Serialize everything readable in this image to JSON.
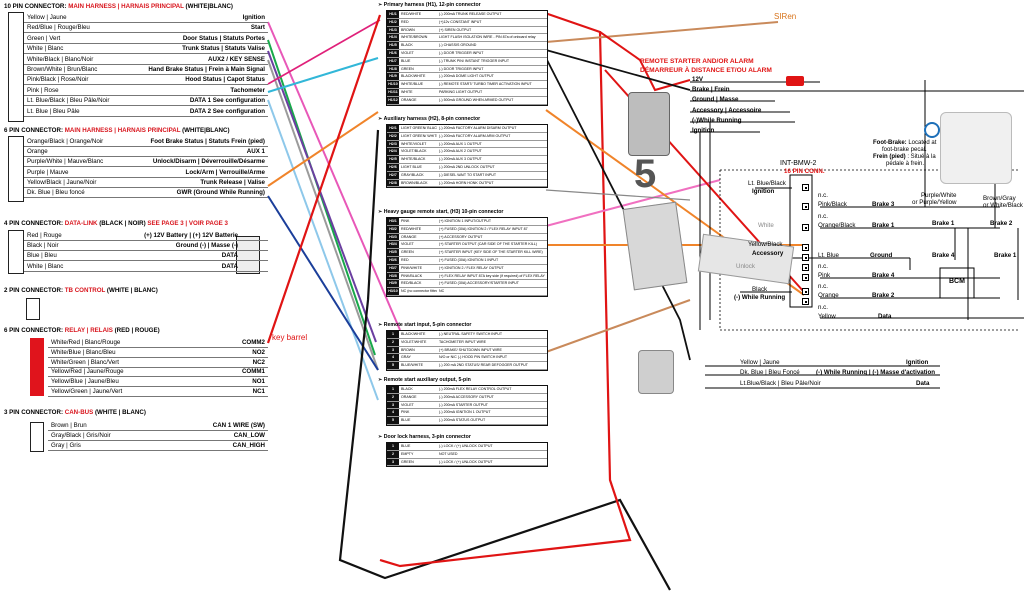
{
  "left": {
    "c10": {
      "title_pre": "10 PIN CONNECTOR: ",
      "title_red": "MAIN HARNESS | HARNAIS PRINCIPAL",
      "title_post": " (WHITE|BLANC)",
      "rows": [
        {
          "l": "Yellow | Jaune",
          "r": "Ignition"
        },
        {
          "l": "Red/Blue | Rouge/Bleu",
          "r": "Start"
        },
        {
          "l": "Green | Vert",
          "r": "Door Status | Statuts Portes"
        },
        {
          "l": "White | Blanc",
          "r": "Trunk Status | Statuts Valise"
        },
        {
          "l": "White/Black | Blanc/Noir",
          "r": "AUX2 / KEY SENSE"
        },
        {
          "l": "Brown/White | Brun/Blanc",
          "r": "Hand Brake Status | Frein à Main Signal"
        },
        {
          "l": "Pink/Black | Rose/Noir",
          "r": "Hood Status | Capot Status"
        },
        {
          "l": "Pink | Rose",
          "r": "Tachometer"
        },
        {
          "l": "Lt. Blue/Black | Bleu Pâle/Noir",
          "r": "DATA 1  See configuration"
        },
        {
          "l": "Lt. Blue | Bleu Pâle",
          "r": "DATA 2  See configuration"
        }
      ]
    },
    "c6": {
      "title_pre": "6 PIN CONNECTOR: ",
      "title_red": "MAIN HARNESS | HARNAIS PRINCIPAL",
      "title_post": " (WHITE|BLANC)",
      "rows": [
        {
          "l": "Orange/Black | Orange/Noir",
          "r": "Foot Brake Status | Statuts Frein (pied)"
        },
        {
          "l": "Orange",
          "r": "AUX 1"
        },
        {
          "l": "Purple/White | Mauve/Blanc",
          "r": "Unlock/Disarm | Déverrouille/Désarme"
        },
        {
          "l": "Purple | Mauve",
          "r": "Lock/Arm | Verrouille/Arme"
        },
        {
          "l": "Yellow/Black | Jaune/Noir",
          "r": "Trunk Release | Valise"
        },
        {
          "l": "Dk. Blue | Bleu foncé",
          "r": "GWR (Ground While Running)"
        }
      ]
    },
    "c4": {
      "title_pre": "4 PIN CONNECTOR: ",
      "title_red": "DATA-LINK",
      "title_post": " (BLACK | NOIR) ",
      "title_red2": "SEE PAGE 3 | VOIR PAGE 3",
      "rows": [
        {
          "l": "Red | Rouge",
          "m": "(+) 12V Battery | (+) 12V Batterie"
        },
        {
          "l": "Black | Noir",
          "m": "Ground (-) | Masse (-)"
        },
        {
          "l": "Blue | Bleu",
          "r": "DATA"
        },
        {
          "l": "White | Blanc",
          "r": "DATA"
        }
      ]
    },
    "c2": {
      "title_pre": "2 PIN CONNECTOR: ",
      "title_red": "TB CONTROL",
      "title_post": " (WHITE | BLANC)"
    },
    "c6r": {
      "title_pre": "6 PIN CONNECTOR: ",
      "title_red": "RELAY | RELAIS",
      "title_post": " (RED | ROUGE)",
      "rows": [
        {
          "l": "White/Red | Blanc/Rouge",
          "r": "COMM2"
        },
        {
          "l": "White/Blue | Blanc/Bleu",
          "r": "NO2"
        },
        {
          "l": "White/Green | Blanc/Vert",
          "r": "NC2"
        },
        {
          "l": "Yellow/Red | Jaune/Rouge",
          "r": "COMM1"
        },
        {
          "l": "Yellow/Blue | Jaune/Bleu",
          "r": "NO1"
        },
        {
          "l": "Yellow/Green | Jaune/Vert",
          "r": "NC1"
        }
      ]
    },
    "c3": {
      "title_pre": "3 PIN CONNECTOR: ",
      "title_red": "CAN-BUS",
      "title_post": " (WHITE | BLANC)",
      "rows": [
        {
          "l": "Brown | Brun",
          "r": "CAN 1 WIRE (SW)"
        },
        {
          "l": "Gray/Black | Gris/Noir",
          "r": "CAN_LOW"
        },
        {
          "l": "Gray | Gris",
          "r": "CAN_HIGH"
        }
      ]
    }
  },
  "annotations": {
    "siren": "SIRen",
    "key_barrel": "key barrel",
    "five": "5"
  },
  "middle": {
    "h1": {
      "title": "➢ Primary harness (H1), 12-pin connector",
      "rows": [
        {
          "p": "H1/1",
          "c": "RED/WHITE",
          "f": "(-) 200mA TRUNK RELEASE OUTPUT"
        },
        {
          "p": "H1/2",
          "c": "RED",
          "f": "(+)12v CONSTANT INPUT"
        },
        {
          "p": "H1/3",
          "c": "BROWN",
          "f": "(+) SIREN OUTPUT"
        },
        {
          "p": "H1/4",
          "c": "WHITE/BROWN",
          "f": "LIGHT FLASH  ISOLATION WIRE - PIN 87a of onboard relay"
        },
        {
          "p": "H1/5",
          "c": "BLACK",
          "f": "(-) CHASSIS GROUND"
        },
        {
          "p": "H1/6",
          "c": "VIOLET",
          "f": "(-) DOOR TRIGGER INPUT"
        },
        {
          "p": "H1/7",
          "c": "BLUE",
          "f": "(-) TRUNK PIN/ INSTANT TRIGGER INPUT"
        },
        {
          "p": "H1/8",
          "c": "GREEN",
          "f": "(-) DOOR TRIGGER INPUT"
        },
        {
          "p": "H1/9",
          "c": "BLACK/WHITE",
          "f": "(-) 200mA DOME LIGHT OUTPUT"
        },
        {
          "p": "H1/10",
          "c": "WHITE/BLUE",
          "f": "(-) REMOTE START/ TURBO TIMER ACTIVATION INPUT"
        },
        {
          "p": "H1/11",
          "c": "WHITE",
          "f": "PARKING LIGHT OUTPUT"
        },
        {
          "p": "H1/12",
          "c": "ORANGE",
          "f": "(-) 500mA GROUND WHEN ARMED OUTPUT"
        }
      ]
    },
    "h2": {
      "title": "➢ Auxiliary harness (H2), 8-pin connector",
      "rows": [
        {
          "p": "H2/1",
          "c": "LIGHT GREEN/ BLACK",
          "f": "(-) 200mA FACTORY ALARM DISARM OUTPUT"
        },
        {
          "p": "H2/2",
          "c": "LIGHT GREEN/ WHITE",
          "f": "(-) 200mA FACTORY ALARM ARM OUTPUT"
        },
        {
          "p": "H2/3",
          "c": "WHITE/VIOLET",
          "f": "(-) 200mA AUX 1 OUTPUT"
        },
        {
          "p": "H2/4",
          "c": "VIOLET/BLACK",
          "f": "(-) 200mA AUX 2 OUTPUT"
        },
        {
          "p": "H2/5",
          "c": "WHITE/BLACK",
          "f": "(-) 200mA AUX 3 OUTPUT"
        },
        {
          "p": "H2/6",
          "c": "LIGHT BLUE",
          "f": "(-) 200mA 2ND UNLOCK OUTPUT"
        },
        {
          "p": "H2/7",
          "c": "GRAY/BLACK",
          "f": "(-) DIESEL WAIT TO START INPUT"
        },
        {
          "p": "H2/8",
          "c": "BROWN/BLACK",
          "f": "(-) 200mA HORN HONK OUTPUT"
        }
      ]
    },
    "h3": {
      "title": "➢ Heavy gauge remote start, (H3) 10-pin connector",
      "rows": [
        {
          "p": "H3/1",
          "c": "PINK",
          "f": "(+) IGNITION 1 INPUT/OUTPUT"
        },
        {
          "p": "H3/2",
          "c": "RED/WHITE",
          "f": "(+) FUSED (30A) IGNITION 2 / FLEX RELAY INPUT 87"
        },
        {
          "p": "H3/3",
          "c": "ORANGE",
          "f": "(+) ACCESSORY OUTPUT"
        },
        {
          "p": "H3/4",
          "c": "VIOLET",
          "f": "(+) STARTER OUTPUT  (CAR SIDE OF THE STARTER KILL)"
        },
        {
          "p": "H3/5",
          "c": "GREEN",
          "f": "(+) STARTER INPUT (KEY SIDE OF THE STARTER KILL WIRE)"
        },
        {
          "p": "H3/6",
          "c": "RED",
          "f": "(+) FUSED (30A) IGNITION 1 INPUT"
        },
        {
          "p": "H3/7",
          "c": "PINK/WHITE",
          "f": "(+) IGNITION 2 / FLEX RELAY OUTPUT"
        },
        {
          "p": "H3/8",
          "c": "PINK/BLACK",
          "f": "(+) FLEX RELAY INPUT 87A key side (if required) of FLEX RELAY"
        },
        {
          "p": "H3/9",
          "c": "RED/BLACK",
          "f": "(+) FUSED (30A) ACCESSORY/STARTER INPUT"
        },
        {
          "p": "H3/10",
          "c": "NC (no connector fitted)",
          "f": "NC"
        }
      ]
    },
    "h4": {
      "title": "➢ Remote start input, 5-pin connector",
      "rows": [
        {
          "p": "1",
          "c": "BLACK/WHITE",
          "f": "(-) NEUTRAL SAFETY SWITCH INPUT"
        },
        {
          "p": "2",
          "c": "VIOLET/WHITE",
          "f": "TACHOMETER INPUT WIRE"
        },
        {
          "p": "3",
          "c": "BROWN",
          "f": "(+) BRAKE/ SHUTDOWN INPUT WIRE"
        },
        {
          "p": "4",
          "c": "GRAY",
          "f": "N/O or N/C (-) HOOD PIN SWITCH INPUT"
        },
        {
          "p": "5",
          "c": "BLUE/WHITE",
          "f": "(-) 200 mA 2ND STATUS/ REAR DEFOGGER OUTPUT"
        }
      ]
    },
    "h5": {
      "title": "➢ Remote start auxiliary output, 5-pin",
      "rows": [
        {
          "p": "1",
          "c": "BLACK",
          "f": "(-) 200mA FLEX RELAY CONTROL OUTPUT"
        },
        {
          "p": "2",
          "c": "ORANGE",
          "f": "(-) 200mA ACCESSORY OUTPUT"
        },
        {
          "p": "3",
          "c": "VIOLET",
          "f": "(-) 200mA STARTER OUTPUT"
        },
        {
          "p": "4",
          "c": "PINK",
          "f": "(-) 200mA IGNITION 1 OUTPUT"
        },
        {
          "p": "5",
          "c": "BLUE",
          "f": "(-) 200mA STATUS OUTPUT"
        }
      ]
    },
    "h6": {
      "title": "➢ Door lock harness, 3-pin connector",
      "rows": [
        {
          "p": "1",
          "c": "BLUE",
          "f": "(-) LOCK / (+) UNLOCK OUTPUT"
        },
        {
          "p": "2",
          "c": "EMPTY",
          "f": "NOT USED"
        },
        {
          "p": "3",
          "c": "GREEN",
          "f": "(-) LOCK / (+) UNLOCK OUTPUT"
        }
      ]
    }
  },
  "right": {
    "title1": "REMOTE STARTER AND/OR ALARM",
    "title2": "DÉMARREUR À DISTANCE ET/OU ALARM",
    "v12": "12V",
    "brake": "Brake | Frein",
    "ground": "Ground | Masse",
    "acc": "Accessory | Accessoire",
    "wr": "(-)While Running",
    "ign": "Ignition",
    "module": "INT-BMW-2",
    "conn": "16 PIN CONN.",
    "ltblue_black": "Lt. Blue/Black",
    "ignition2": "Ignition",
    "nc1": "n.c.",
    "pink_black": "Pink/Black",
    "brake3": "Brake 3",
    "nc2": "n.c.",
    "orange_black": "Orange/Black",
    "brake1": "Brake 1",
    "yellow_black": "Yellow/Black",
    "accessory": "Accessory",
    "lt_blue": "Lt. Blue",
    "ground2": "Ground",
    "nc3": "n.c.",
    "pink": "Pink",
    "brake4": "Brake 4",
    "nc4": "n.c.",
    "black": "Black",
    "wr2": "(-) While Running",
    "orange": "Orange",
    "brake2": "Brake 2",
    "nc5": "n.c.",
    "yellow": "Yellow",
    "data": "Data",
    "fb1": "Foot-Brake:",
    "fb2": " Located at",
    "fb3": "foot-brake pecal.",
    "fb4": "Frein (pied)",
    "fb5": " : Situé à la",
    "fb6": "pédale à frein.",
    "pw": "Purple/White",
    "py": "or Purple/Yellow",
    "bg": "Brown/Gray",
    "wb": "or White/Black",
    "brake1b": "Brake 1",
    "brake2b": "Brake 2",
    "brake4b": "Brake 4",
    "brake1c": "Brake 1",
    "bcm": "BCM",
    "unlock": "Unlock",
    "white_txt": "White",
    "bot_yellow": "Yellow | Jaune",
    "bot_ign": "Ignition",
    "bot_dkblue": "Dk. Blue | Bleu Foncé",
    "bot_wr": "(-) While Running | (-) Masse d'activation",
    "bot_lt": "Lt.Blue/Black | Bleu Pâle/Noir",
    "bot_data": "Data"
  }
}
